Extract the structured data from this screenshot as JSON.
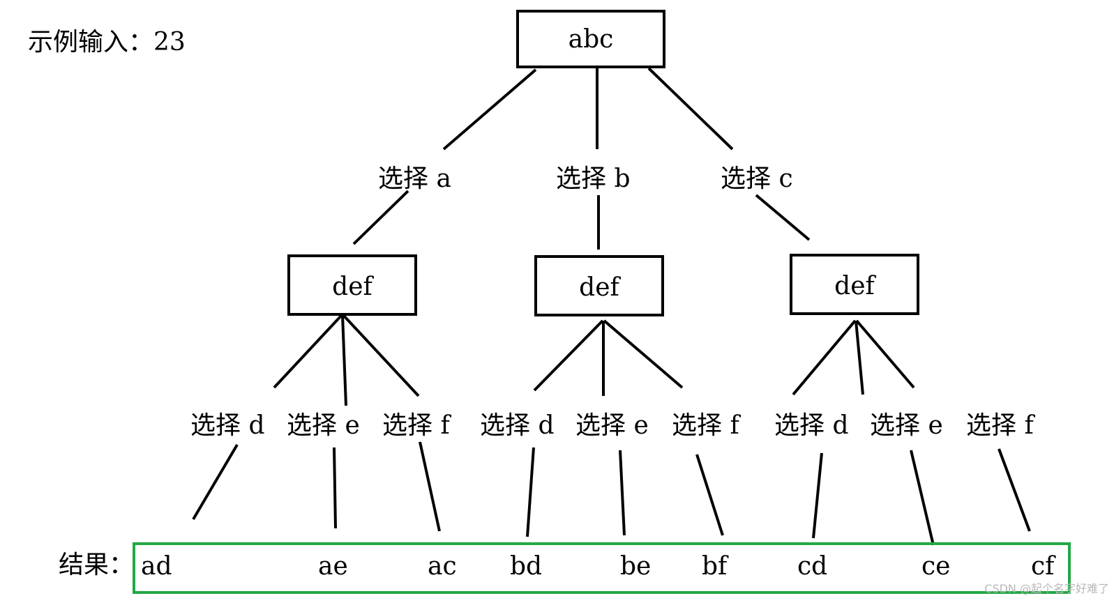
{
  "caption": "示例输入：23",
  "result_label": "结果：",
  "watermark": "CSDN @起个名字好难了",
  "root": {
    "label": "abc"
  },
  "level1_choices": [
    "选择 a",
    "选择 b",
    "选择 c"
  ],
  "level1_nodes": [
    "def",
    "def",
    "def"
  ],
  "level2_choices": [
    "选择 d",
    "选择 e",
    "选择 f",
    "选择 d",
    "选择 e",
    "选择 f",
    "选择 d",
    "选择 e",
    "选择 f"
  ],
  "results": [
    "ad",
    "ae",
    "ac",
    "bd",
    "be",
    "bf",
    "cd",
    "ce",
    "cf"
  ],
  "colors": {
    "line": "#000000",
    "result_box": "#22a845",
    "text": "#000000"
  }
}
